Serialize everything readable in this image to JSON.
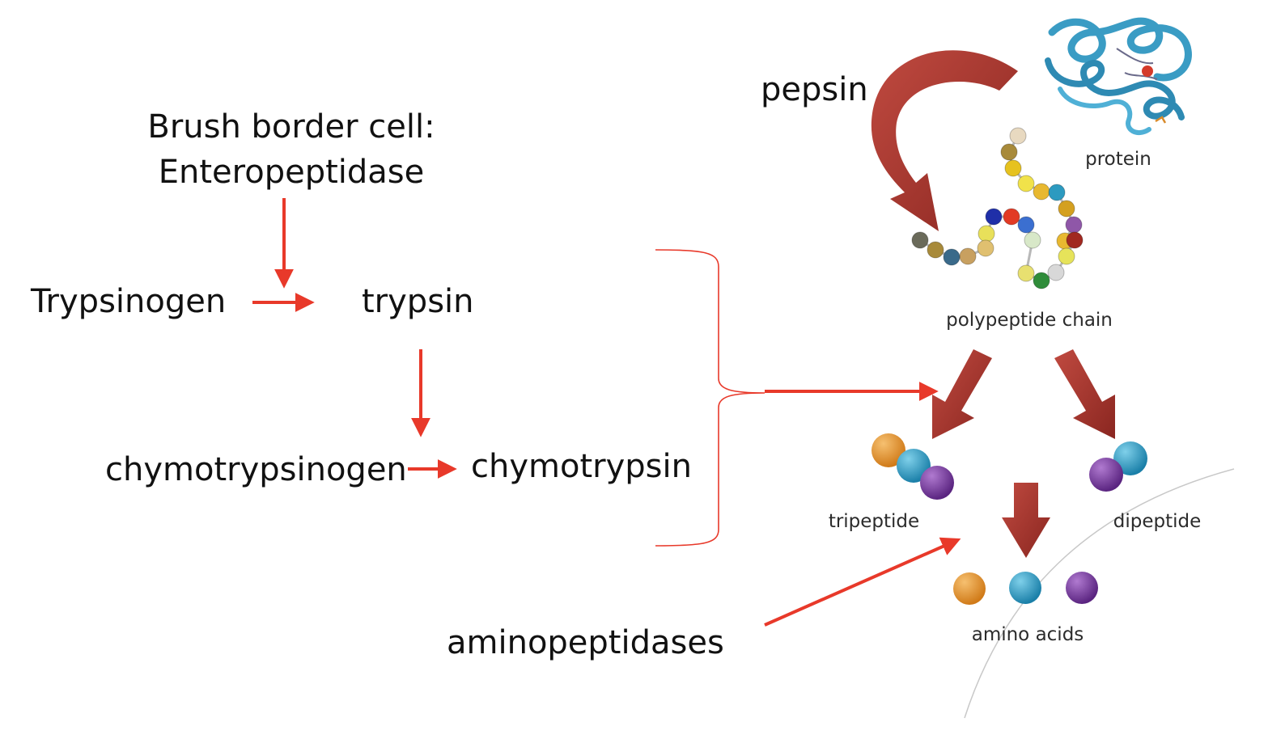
{
  "labels": {
    "brush_border_line1": "Brush border cell:",
    "brush_border_line2": "Enteropeptidase",
    "trypsinogen": "Trypsinogen",
    "trypsin": "trypsin",
    "chymotrypsinogen": "chymotrypsinogen",
    "chymotrypsin": "chymotrypsin",
    "aminopeptidases": "aminopeptidases",
    "pepsin": "pepsin",
    "protein": "protein",
    "polypeptide_chain": "polypeptide chain",
    "tripeptide": "tripeptide",
    "dipeptide": "dipeptide",
    "amino_acids": "amino acids"
  },
  "colors": {
    "red_arrow": "#e8392a",
    "brown_arrow": "#a8352f",
    "protein_ribbon": "#3a9cc4",
    "amino_orange": "#e0902a",
    "amino_blue": "#2c9ac0",
    "amino_purple": "#7a3aa0",
    "membrane": "#c8c8c8"
  },
  "polypeptide_beads": [
    "#e8d9c0",
    "#a88a3a",
    "#e6c21f",
    "#f1e24a",
    "#e8b830",
    "#2c9ac0",
    "#d4a020",
    "#8f57a8",
    "#e8b830",
    "#a12820",
    "#e6e35a",
    "#d8d8d8",
    "#2f8c3a",
    "#e8e070",
    "#d8e8c8",
    "#3b6fd0",
    "#e23a24",
    "#1f2fa8",
    "#e8e05a",
    "#e0c070",
    "#c8a060",
    "#3a6a8a",
    "#a88a3a",
    "#6a6a5a",
    "#8a6a3a",
    "#e0902a",
    "#8f57a8"
  ]
}
